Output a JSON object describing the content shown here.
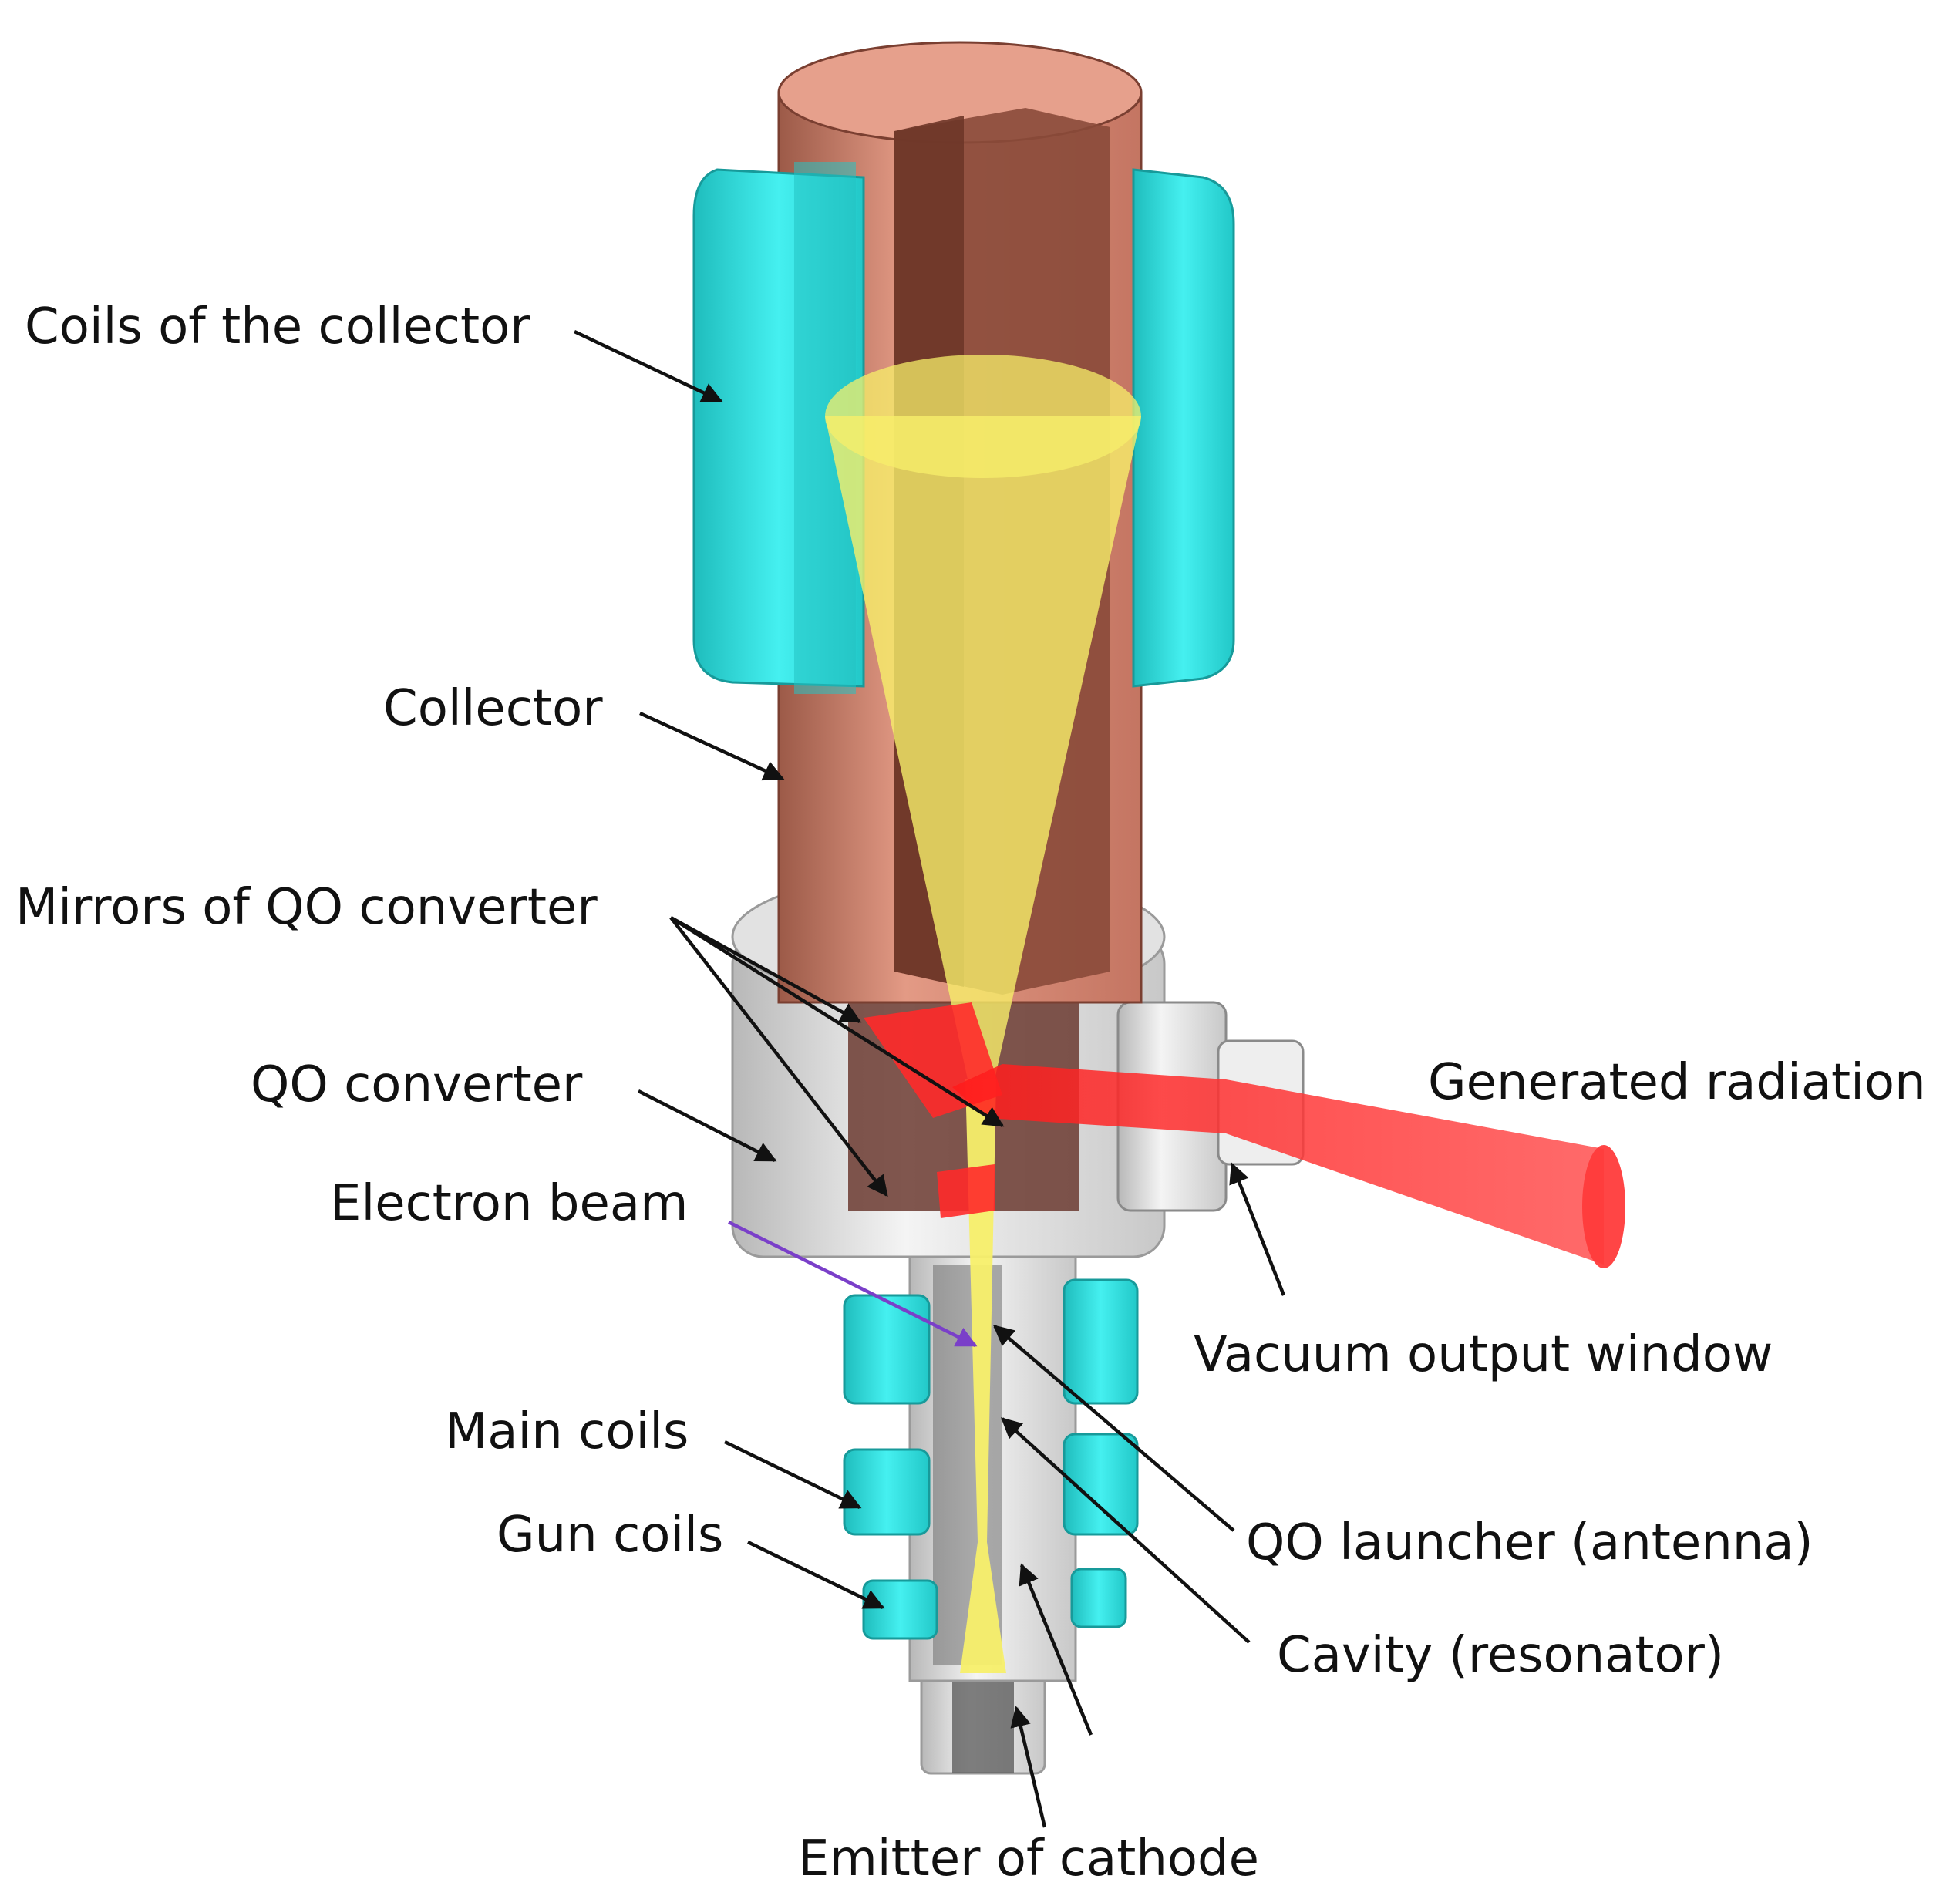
{
  "labels": {
    "coils_collector": "Coils of the collector",
    "collector": "Collector",
    "mirrors": "Mirrors of QO  converter",
    "qo_converter": "QO  converter",
    "electron_beam": "Electron beam",
    "main_coils": "Main coils",
    "gun_coils": "Gun coils",
    "generated_radiation": "Generated radiation",
    "vacuum_window": "Vacuum output window",
    "qo_launcher": "QO  launcher (antenna)",
    "cavity": "Cavity (resonator)",
    "emitter": "Emitter of cathode"
  },
  "colors": {
    "copper": "#d9907c",
    "copper_dark": "#8a4a3a",
    "coil_cyan": "#33dede",
    "beam_yellow": "#f7ef6a",
    "radiation_red": "#ff2a2a",
    "steel_grey": "#dcdcdc",
    "beam_arrow": "#7a3fc9"
  }
}
